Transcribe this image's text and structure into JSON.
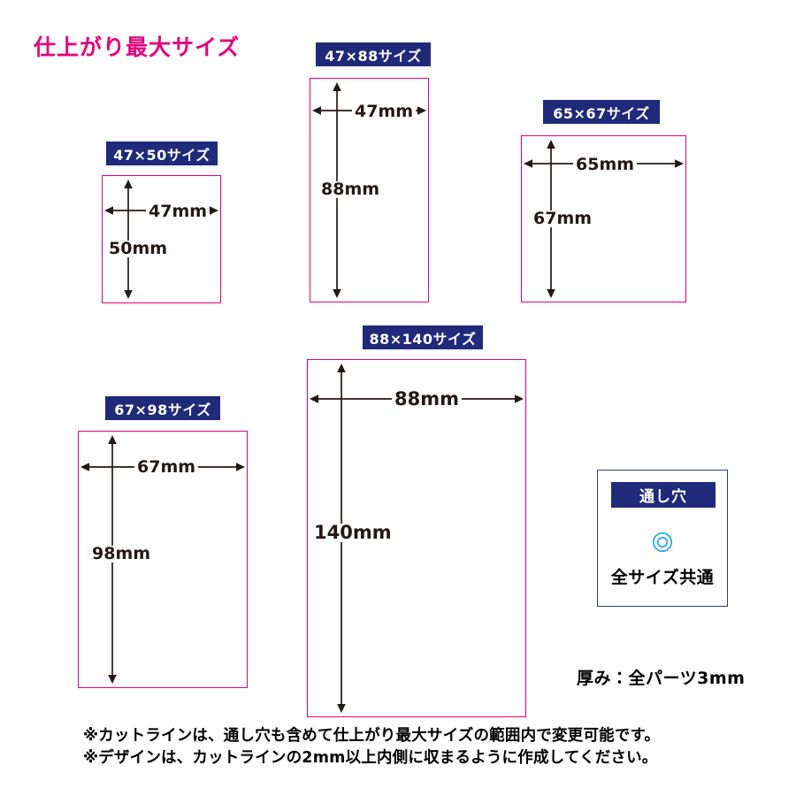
{
  "title": "仕上がり最大サイズ",
  "colors": {
    "title_pink": "#E4007F",
    "box_outline_pink": "#E4007F",
    "badge_navy": "#1F2A7A",
    "hole_cyan": "#29ABE2",
    "text_black": "#231815"
  },
  "sizes": [
    {
      "id": "47x50",
      "badge": "47×50サイズ",
      "width_label": "47mm",
      "height_label": "50mm"
    },
    {
      "id": "47x88",
      "badge": "47×88サイズ",
      "width_label": "47mm",
      "height_label": "88mm"
    },
    {
      "id": "65x67",
      "badge": "65×67サイズ",
      "width_label": "65mm",
      "height_label": "67mm"
    },
    {
      "id": "67x98",
      "badge": "67×98サイズ",
      "width_label": "67mm",
      "height_label": "98mm"
    },
    {
      "id": "88x140",
      "badge": "88×140サイズ",
      "width_label": "88mm",
      "height_label": "140mm"
    }
  ],
  "hole_card": {
    "badge": "通し穴",
    "icon": "hole-circle-icon",
    "caption": "全サイズ共通"
  },
  "thickness_note": "厚み：全パーツ3mm",
  "notes": [
    "※カットラインは、通し穴も含めて仕上がり最大サイズの範囲内で変更可能です。",
    "※デザインは、カットラインの2mm以上内側に収まるように作成してください。"
  ]
}
